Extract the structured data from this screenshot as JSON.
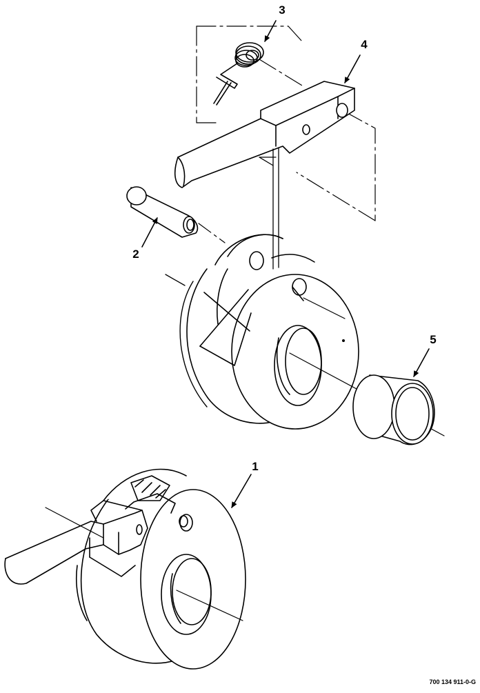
{
  "figure": {
    "figure_id": "700 134 911-0-G",
    "callouts": [
      {
        "id": "1",
        "label": "1"
      },
      {
        "id": "2",
        "label": "2"
      },
      {
        "id": "3",
        "label": "3"
      },
      {
        "id": "4",
        "label": "4"
      },
      {
        "id": "5",
        "label": "5"
      }
    ]
  }
}
